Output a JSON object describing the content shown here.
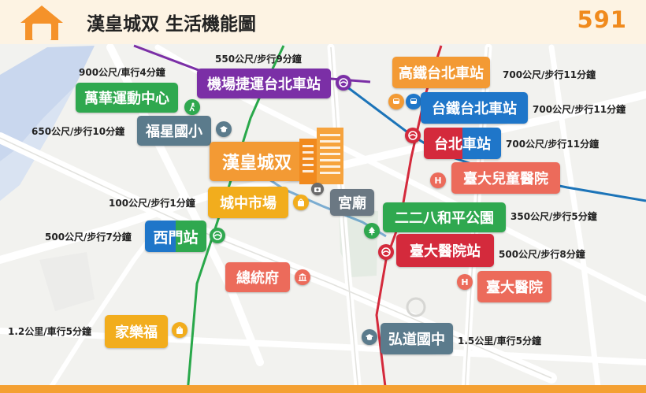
{
  "header": {
    "title": "漢皇城双 生活機能圖",
    "brand": "591"
  },
  "colors": {
    "orange": "#f39a34",
    "purple": "#7b2fa6",
    "green": "#2fa84f",
    "blue": "#1f76c9",
    "red": "#d42a3c",
    "grey": "#5b7b8c",
    "salmon": "#ec6b5b",
    "yellow": "#f2ad1d",
    "mrt_red": "#d42a3c",
    "mrt_green": "#29a84a",
    "mrt_blue": "#1c74b8",
    "mrt_purple": "#7b2fa6"
  },
  "property": {
    "name": "漢皇城双"
  },
  "pois": {
    "airport_mrt": {
      "name": "機場捷運台北車站",
      "dist": "550公尺/步行9分鐘",
      "icon": "metro-icon"
    },
    "hsr": {
      "name": "高鐵台北車站",
      "dist": "700公尺/步行11分鐘",
      "icon": "train-icon"
    },
    "tra": {
      "name": "台鐵台北車站",
      "dist": "700公尺/步行11分鐘",
      "icon": "train-icon"
    },
    "mrt_taipei": {
      "name": "台北車站",
      "dist": "700公尺/步行11分鐘",
      "icon": "metro-icon"
    },
    "wanhua_sports": {
      "name": "萬華運動中心",
      "dist": "900公尺/車行4分鐘",
      "icon": "running-icon"
    },
    "fuxing_school": {
      "name": "福星國小",
      "dist": "650公尺/步行10分鐘",
      "icon": "school-icon"
    },
    "childrens_hospital": {
      "name": "臺大兒童醫院",
      "icon": "hospital-icon",
      "icon_letter": "H"
    },
    "chengzhong_market": {
      "name": "城中市場",
      "dist": "100公尺/步行1分鐘",
      "icon": "shopping-bag-icon"
    },
    "temple": {
      "name": "宮廟"
    },
    "park_228": {
      "name": "二二八和平公園",
      "dist": "350公尺/步行5分鐘",
      "icon": "tree-icon"
    },
    "ximen": {
      "name": "西門站",
      "dist": "500公尺/步行7分鐘",
      "icon": "metro-icon"
    },
    "ntuh_station": {
      "name": "臺大醫院站",
      "dist": "500公尺/步行8分鐘",
      "icon": "metro-icon"
    },
    "presidential": {
      "name": "總統府",
      "icon": "government-icon"
    },
    "ntuh": {
      "name": "臺大醫院",
      "icon": "hospital-icon",
      "icon_letter": "H"
    },
    "carrefour": {
      "name": "家樂福",
      "dist": "1.2公里/車行5分鐘",
      "icon": "shopping-bag-icon"
    },
    "hongdao_school": {
      "name": "弘道國中",
      "dist": "1.5公里/車行5分鐘",
      "icon": "school-icon"
    }
  }
}
